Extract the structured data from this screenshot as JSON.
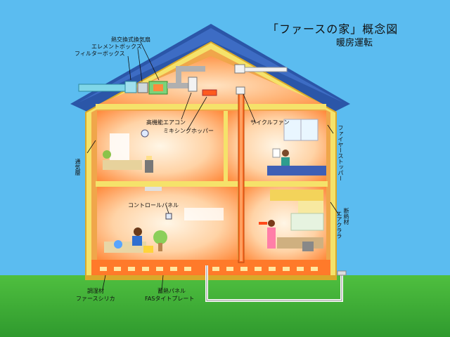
{
  "title": "「ファースの家」概念図",
  "subtitle": "暖房運転",
  "labels": {
    "heat_exchange_fan": "熱交換式換気扇",
    "element_box": "エレメントボックス",
    "filter_box": "フィルターボックス",
    "high_perf_ac": "高機能エアコン",
    "mixing_hopper": "ミキシングホッパー",
    "cycle_fan": "サイクルファン",
    "control_panel": "コントロールパネル",
    "ventilation_layer": "通気層",
    "fire_stopper": "ファイヤーストッパー",
    "insulation": "断熱材",
    "insulation_sub": "エアクララ",
    "humidity_material": "調湿材",
    "humidity_material_sub": "ファースシリカ",
    "thermal_panel": "蓄熱パネル",
    "tight_plate": "FASタイトプレート"
  },
  "colors": {
    "sky": "#5bbcf0",
    "grass": "#3fae3a",
    "roof": "#2b56a8",
    "wall_outer": "#f5e26a",
    "heat": "#ff8a3c",
    "heat_core": "#fff1d6",
    "duct": "#8a8a8a"
  }
}
